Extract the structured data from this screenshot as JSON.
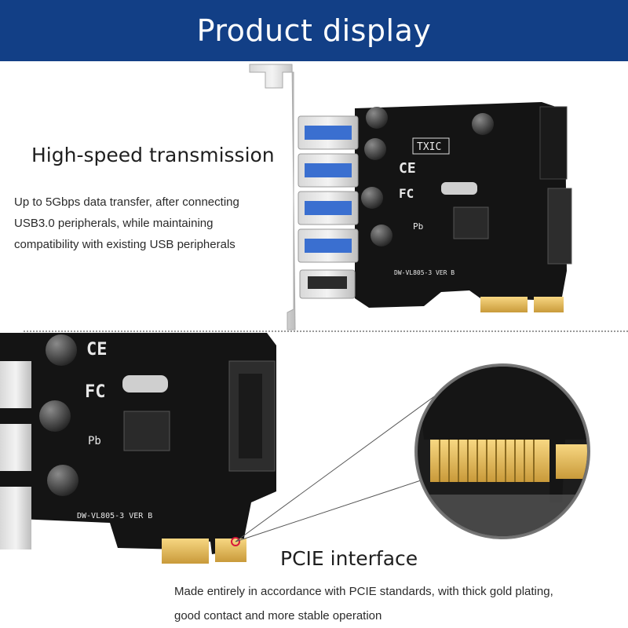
{
  "banner": {
    "title": "Product display",
    "bg_color": "#123f86"
  },
  "feature_1": {
    "heading": "High-speed transmission",
    "lines": [
      "Up to 5Gbps data transfer, after connecting",
      "USB3.0 peripherals, while maintaining",
      "compatibility with existing USB peripherals"
    ]
  },
  "feature_2": {
    "heading": "PCIE interface",
    "lines": [
      "Made entirely in accordance with PCIE standards, with thick gold plating,",
      "good contact and more stable operation"
    ]
  },
  "board_labels": {
    "brand": "TXIC",
    "model": "DW-VL805-3 VER B",
    "ce": "CE",
    "fc": "FC",
    "pb": "Pb"
  }
}
